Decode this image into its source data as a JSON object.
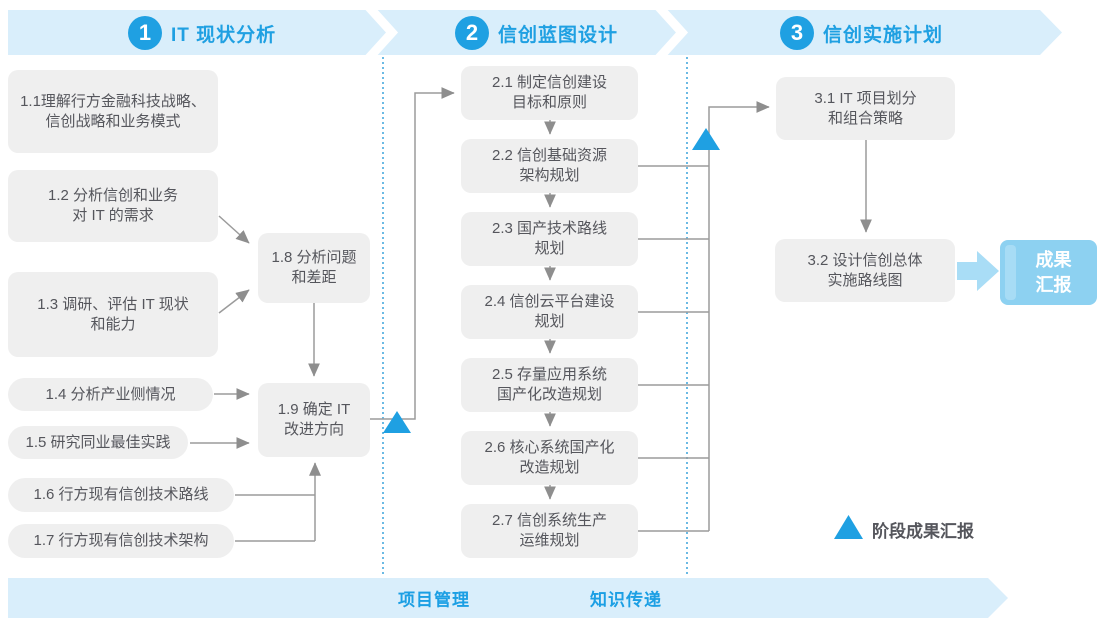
{
  "phases": [
    {
      "num": "1",
      "title": "IT 现状分析"
    },
    {
      "num": "2",
      "title": "信创蓝图设计"
    },
    {
      "num": "3",
      "title": "信创实施计划"
    }
  ],
  "boxes": {
    "b11": "1.1理解行方金融科技战略、\n信创战略和业务模式",
    "b12": "1.2 分析信创和业务\n对 IT 的需求",
    "b13": "1.3 调研、评估 IT 现状\n和能力",
    "b14": "1.4 分析产业侧情况",
    "b15": "1.5 研究同业最佳实践",
    "b16": "1.6 行方现有信创技术路线",
    "b17": "1.7 行方现有信创技术架构",
    "b18": "1.8 分析问题\n和差距",
    "b19": "1.9 确定 IT\n改进方向",
    "b21": "2.1 制定信创建设\n目标和原则",
    "b22": "2.2 信创基础资源\n架构规划",
    "b23": "2.3 国产技术路线\n规划",
    "b24": "2.4 信创云平台建设\n规划",
    "b25": "2.5 存量应用系统\n国产化改造规划",
    "b26": "2.6 核心系统国产化\n改造规划",
    "b27": "2.7 信创系统生产\n运维规划",
    "b31": "3.1 IT 项目划分\n和组合策略",
    "b32": "3.2 设计信创总体\n实施路线图"
  },
  "result": "成果\n汇报",
  "legend": {
    "label": "阶段成果汇报"
  },
  "footer": {
    "items": [
      "项目管理",
      "知识传递"
    ]
  },
  "colors": {
    "accent_blue": "#1FA0E2",
    "ribbon_blue": "#D9EEFB",
    "box_gray": "#EFEFEF",
    "box_text": "#55565C",
    "connector_gray": "#8E8E8E",
    "triangle_blue": "#1FA0E2",
    "result_bg": "#8DD1F1",
    "big_arrow": "#A9DDF6",
    "footer_text": "#1B9FE4"
  }
}
